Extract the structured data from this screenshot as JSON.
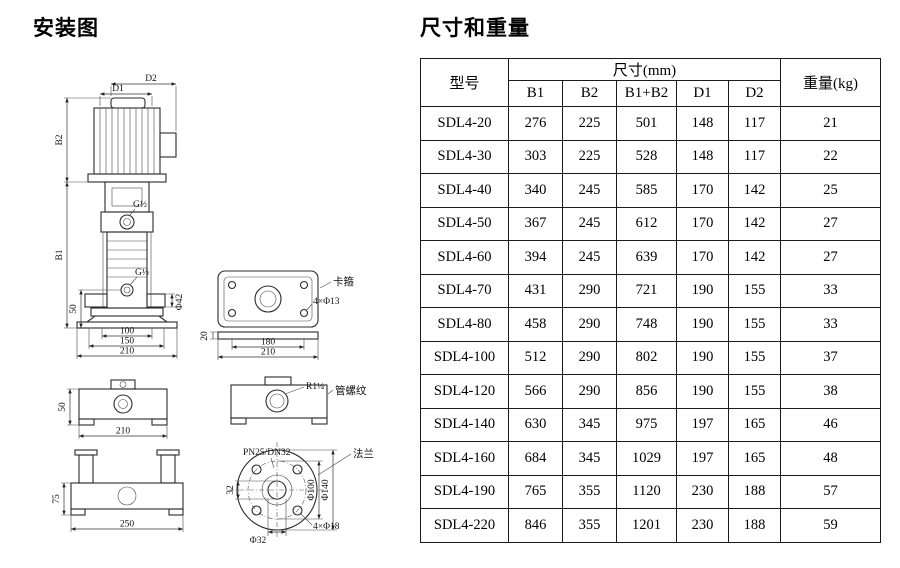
{
  "titles": {
    "installation": "安装图",
    "dimensions": "尺寸和重量"
  },
  "table": {
    "col_model": "型号",
    "col_dims_group": "尺寸(mm)",
    "col_weight": "重量(kg)",
    "dim_cols": [
      "B1",
      "B2",
      "B1+B2",
      "D1",
      "D2"
    ],
    "rows": [
      {
        "model": "SDL4-20",
        "b1": "276",
        "b2": "225",
        "b1b2": "501",
        "d1": "148",
        "d2": "117",
        "weight": "21"
      },
      {
        "model": "SDL4-30",
        "b1": "303",
        "b2": "225",
        "b1b2": "528",
        "d1": "148",
        "d2": "117",
        "weight": "22"
      },
      {
        "model": "SDL4-40",
        "b1": "340",
        "b2": "245",
        "b1b2": "585",
        "d1": "170",
        "d2": "142",
        "weight": "25"
      },
      {
        "model": "SDL4-50",
        "b1": "367",
        "b2": "245",
        "b1b2": "612",
        "d1": "170",
        "d2": "142",
        "weight": "27"
      },
      {
        "model": "SDL4-60",
        "b1": "394",
        "b2": "245",
        "b1b2": "639",
        "d1": "170",
        "d2": "142",
        "weight": "27"
      },
      {
        "model": "SDL4-70",
        "b1": "431",
        "b2": "290",
        "b1b2": "721",
        "d1": "190",
        "d2": "155",
        "weight": "33"
      },
      {
        "model": "SDL4-80",
        "b1": "458",
        "b2": "290",
        "b1b2": "748",
        "d1": "190",
        "d2": "155",
        "weight": "33"
      },
      {
        "model": "SDL4-100",
        "b1": "512",
        "b2": "290",
        "b1b2": "802",
        "d1": "190",
        "d2": "155",
        "weight": "37"
      },
      {
        "model": "SDL4-120",
        "b1": "566",
        "b2": "290",
        "b1b2": "856",
        "d1": "190",
        "d2": "155",
        "weight": "38"
      },
      {
        "model": "SDL4-140",
        "b1": "630",
        "b2": "345",
        "b1b2": "975",
        "d1": "197",
        "d2": "165",
        "weight": "46"
      },
      {
        "model": "SDL4-160",
        "b1": "684",
        "b2": "345",
        "b1b2": "1029",
        "d1": "197",
        "d2": "165",
        "weight": "48"
      },
      {
        "model": "SDL4-190",
        "b1": "765",
        "b2": "355",
        "b1b2": "1120",
        "d1": "230",
        "d2": "188",
        "weight": "57"
      },
      {
        "model": "SDL4-220",
        "b1": "846",
        "b2": "355",
        "b1b2": "1201",
        "d1": "230",
        "d2": "188",
        "weight": "59"
      }
    ]
  },
  "diagram": {
    "labels": {
      "d1": "D1",
      "d2": "D2",
      "b1": "B1",
      "b2": "B2",
      "g1": "G½",
      "g2": "G½",
      "dim50a": "50",
      "phi42": "Φ42",
      "dim100": "100",
      "dim150": "150",
      "dim210a": "210",
      "clamp": "卡箍",
      "holes13": "4×Φ13",
      "dim20": "20",
      "dim180": "180",
      "dim210b": "210",
      "dim50b": "50",
      "dim210c": "210",
      "r114": "R1¼",
      "thread": "管螺纹",
      "dim75": "75",
      "dim250": "250",
      "flange_spec": "PN25/DN32",
      "flange": "法兰",
      "phi100": "Φ100",
      "phi140": "Φ140",
      "dim32": "32",
      "phi32": "Φ32",
      "holes18": "4×Φ18"
    }
  }
}
